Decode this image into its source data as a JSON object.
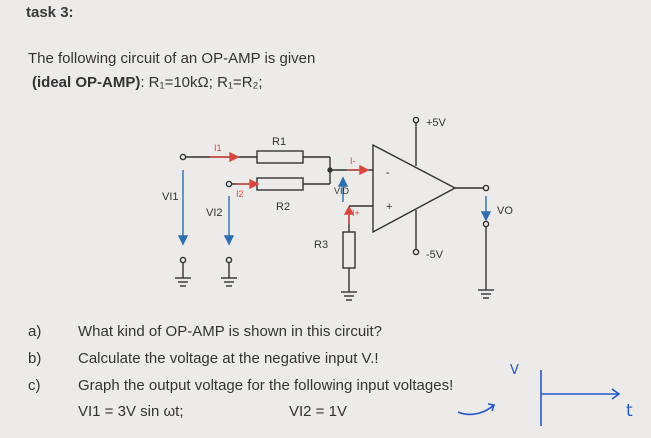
{
  "task": {
    "title": "task 3:"
  },
  "intro": {
    "line1": "The following circuit of an OP-AMP is given",
    "line2_bold": "(ideal OP-AMP)",
    "line2_rest": ": R₁=10kΩ; R₁=R₂;"
  },
  "circuit": {
    "supply_pos": "+5V",
    "supply_neg": "-5V",
    "vin1": "VI1",
    "vin2": "VI2",
    "vout": "VO",
    "r1": "R1",
    "r2": "R2",
    "r3": "R3",
    "i1": "I1",
    "i2": "I2",
    "i_minus": "I-",
    "i_plus": "I+",
    "vid": "VID",
    "minus_sign": "-",
    "plus_sign": "+"
  },
  "questions": [
    {
      "label": "a)",
      "text": "What kind of OP-AMP is shown in this circuit?"
    },
    {
      "label": "b)",
      "text": "Calculate the voltage at the negative input V.!"
    },
    {
      "label": "c)",
      "text": "Graph the output voltage for the following input voltages!"
    }
  ],
  "inputs": {
    "vi1": "VI1 = 3V sin ωt;",
    "vi2": "VI2 = 1V"
  },
  "annotation": {
    "v_label": "V",
    "t_label": "t"
  },
  "colors": {
    "red": "#d8473f",
    "blue": "#2f6fb0",
    "ink": "#2456c9"
  }
}
